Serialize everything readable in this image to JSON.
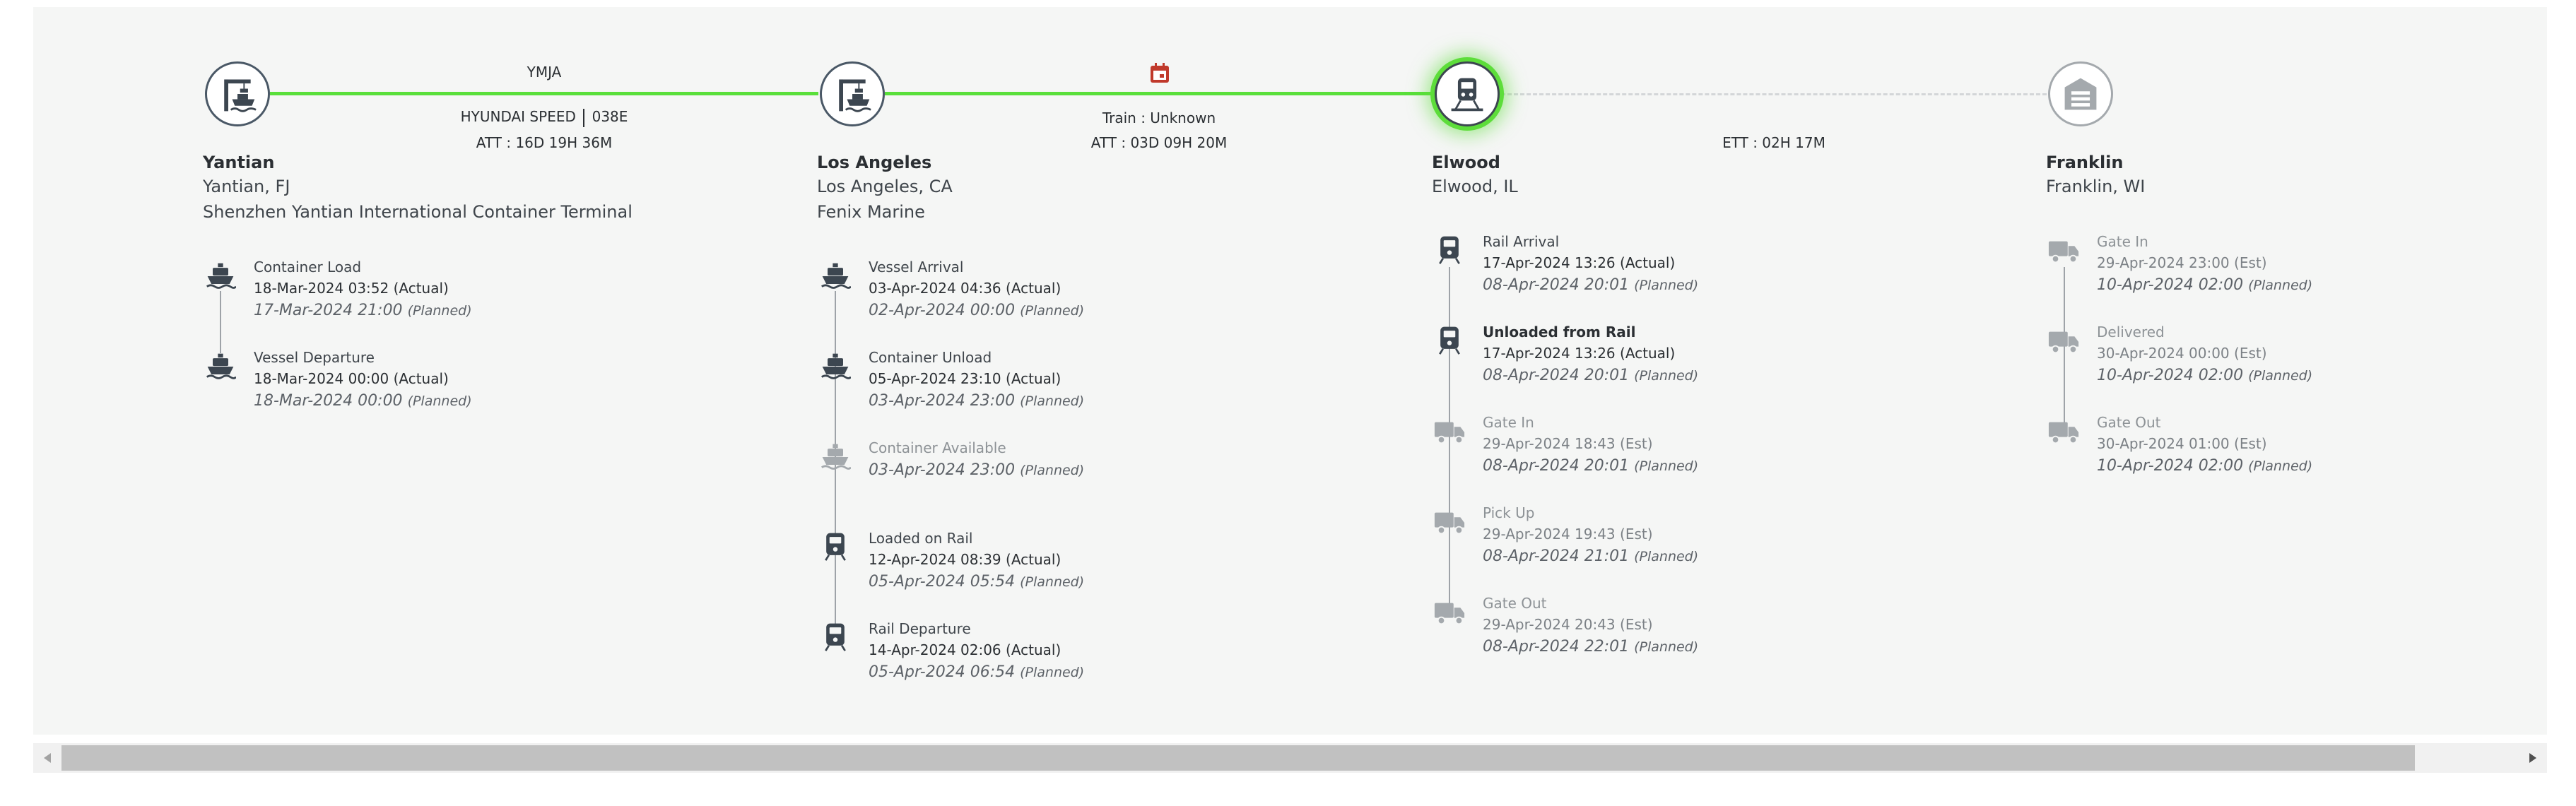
{
  "legs": [
    {
      "label_top": "YMJA",
      "vessel": "HYUNDAI SPEED",
      "voyage": "038E",
      "time": "ATT : 16D 19H 36M"
    },
    {
      "mode": "Train : Unknown",
      "time": "ATT : 03D 09H 20M",
      "icon": "calendar-icon"
    },
    {
      "time": "ETT : 02H 17M"
    }
  ],
  "locations": [
    {
      "name": "Yantian",
      "city": "Yantian, FJ",
      "facility": "Shenzhen Yantian International Container Terminal",
      "icon": "port-crane-icon",
      "events": [
        {
          "title": "Container Load",
          "actual": "18-Mar-2024 03:52 (Actual)",
          "planned": "17-Mar-2024 21:00",
          "planned_tag": "(Planned)",
          "icon": "ship-icon"
        },
        {
          "title": "Vessel Departure",
          "actual": "18-Mar-2024 00:00 (Actual)",
          "planned": "18-Mar-2024 00:00",
          "planned_tag": "(Planned)",
          "icon": "ship-icon"
        }
      ]
    },
    {
      "name": "Los Angeles",
      "city": "Los Angeles, CA",
      "facility": "Fenix Marine",
      "icon": "port-crane-icon",
      "events": [
        {
          "title": "Vessel Arrival",
          "actual": "03-Apr-2024 04:36 (Actual)",
          "planned": "02-Apr-2024 00:00",
          "planned_tag": "(Planned)",
          "icon": "ship-icon"
        },
        {
          "title": "Container Unload",
          "actual": "05-Apr-2024 23:10 (Actual)",
          "planned": "03-Apr-2024 23:00",
          "planned_tag": "(Planned)",
          "icon": "ship-icon"
        },
        {
          "title": "Container Available",
          "planned": "03-Apr-2024 23:00",
          "planned_tag": "(Planned)",
          "icon": "ship-icon"
        },
        {
          "title": "Loaded on Rail",
          "actual": "12-Apr-2024 08:39 (Actual)",
          "planned": "05-Apr-2024 05:54",
          "planned_tag": "(Planned)",
          "icon": "train-icon"
        },
        {
          "title": "Rail Departure",
          "actual": "14-Apr-2024 02:06 (Actual)",
          "planned": "05-Apr-2024 06:54",
          "planned_tag": "(Planned)",
          "icon": "train-icon"
        }
      ]
    },
    {
      "name": "Elwood",
      "city": "Elwood, IL",
      "icon": "train-station-icon",
      "events": [
        {
          "title": "Rail Arrival",
          "actual": "17-Apr-2024 13:26 (Actual)",
          "planned": "08-Apr-2024 20:01",
          "planned_tag": "(Planned)",
          "icon": "train-icon"
        },
        {
          "title": "Unloaded from Rail",
          "actual": "17-Apr-2024 13:26 (Actual)",
          "planned": "08-Apr-2024 20:01",
          "planned_tag": "(Planned)",
          "icon": "train-icon"
        },
        {
          "title": "Gate In",
          "estimated": "29-Apr-2024 18:43 (Est)",
          "planned": "08-Apr-2024 20:01",
          "planned_tag": "(Planned)",
          "icon": "truck-icon"
        },
        {
          "title": "Pick Up",
          "estimated": "29-Apr-2024 19:43 (Est)",
          "planned": "08-Apr-2024 21:01",
          "planned_tag": "(Planned)",
          "icon": "truck-icon"
        },
        {
          "title": "Gate Out",
          "estimated": "29-Apr-2024 20:43 (Est)",
          "planned": "08-Apr-2024 22:01",
          "planned_tag": "(Planned)",
          "icon": "truck-icon"
        }
      ]
    },
    {
      "name": "Franklin",
      "city": "Franklin, WI",
      "icon": "warehouse-icon",
      "events": [
        {
          "title": "Gate In",
          "estimated": "29-Apr-2024 23:00 (Est)",
          "planned": "10-Apr-2024 02:00",
          "planned_tag": "(Planned)",
          "icon": "truck-icon"
        },
        {
          "title": "Delivered",
          "estimated": "30-Apr-2024 00:00 (Est)",
          "planned": "10-Apr-2024 02:00",
          "planned_tag": "(Planned)",
          "icon": "truck-icon"
        },
        {
          "title": "Gate Out",
          "estimated": "30-Apr-2024 01:00 (Est)",
          "planned": "10-Apr-2024 02:00",
          "planned_tag": "(Planned)",
          "icon": "truck-icon"
        }
      ]
    }
  ],
  "colors": {
    "completed_route": "#59df3a",
    "pending_route": "#d3d6d8",
    "calendar": "#c0392b",
    "active_icon": "#3c4650",
    "inactive_icon": "#a4a9ad"
  }
}
